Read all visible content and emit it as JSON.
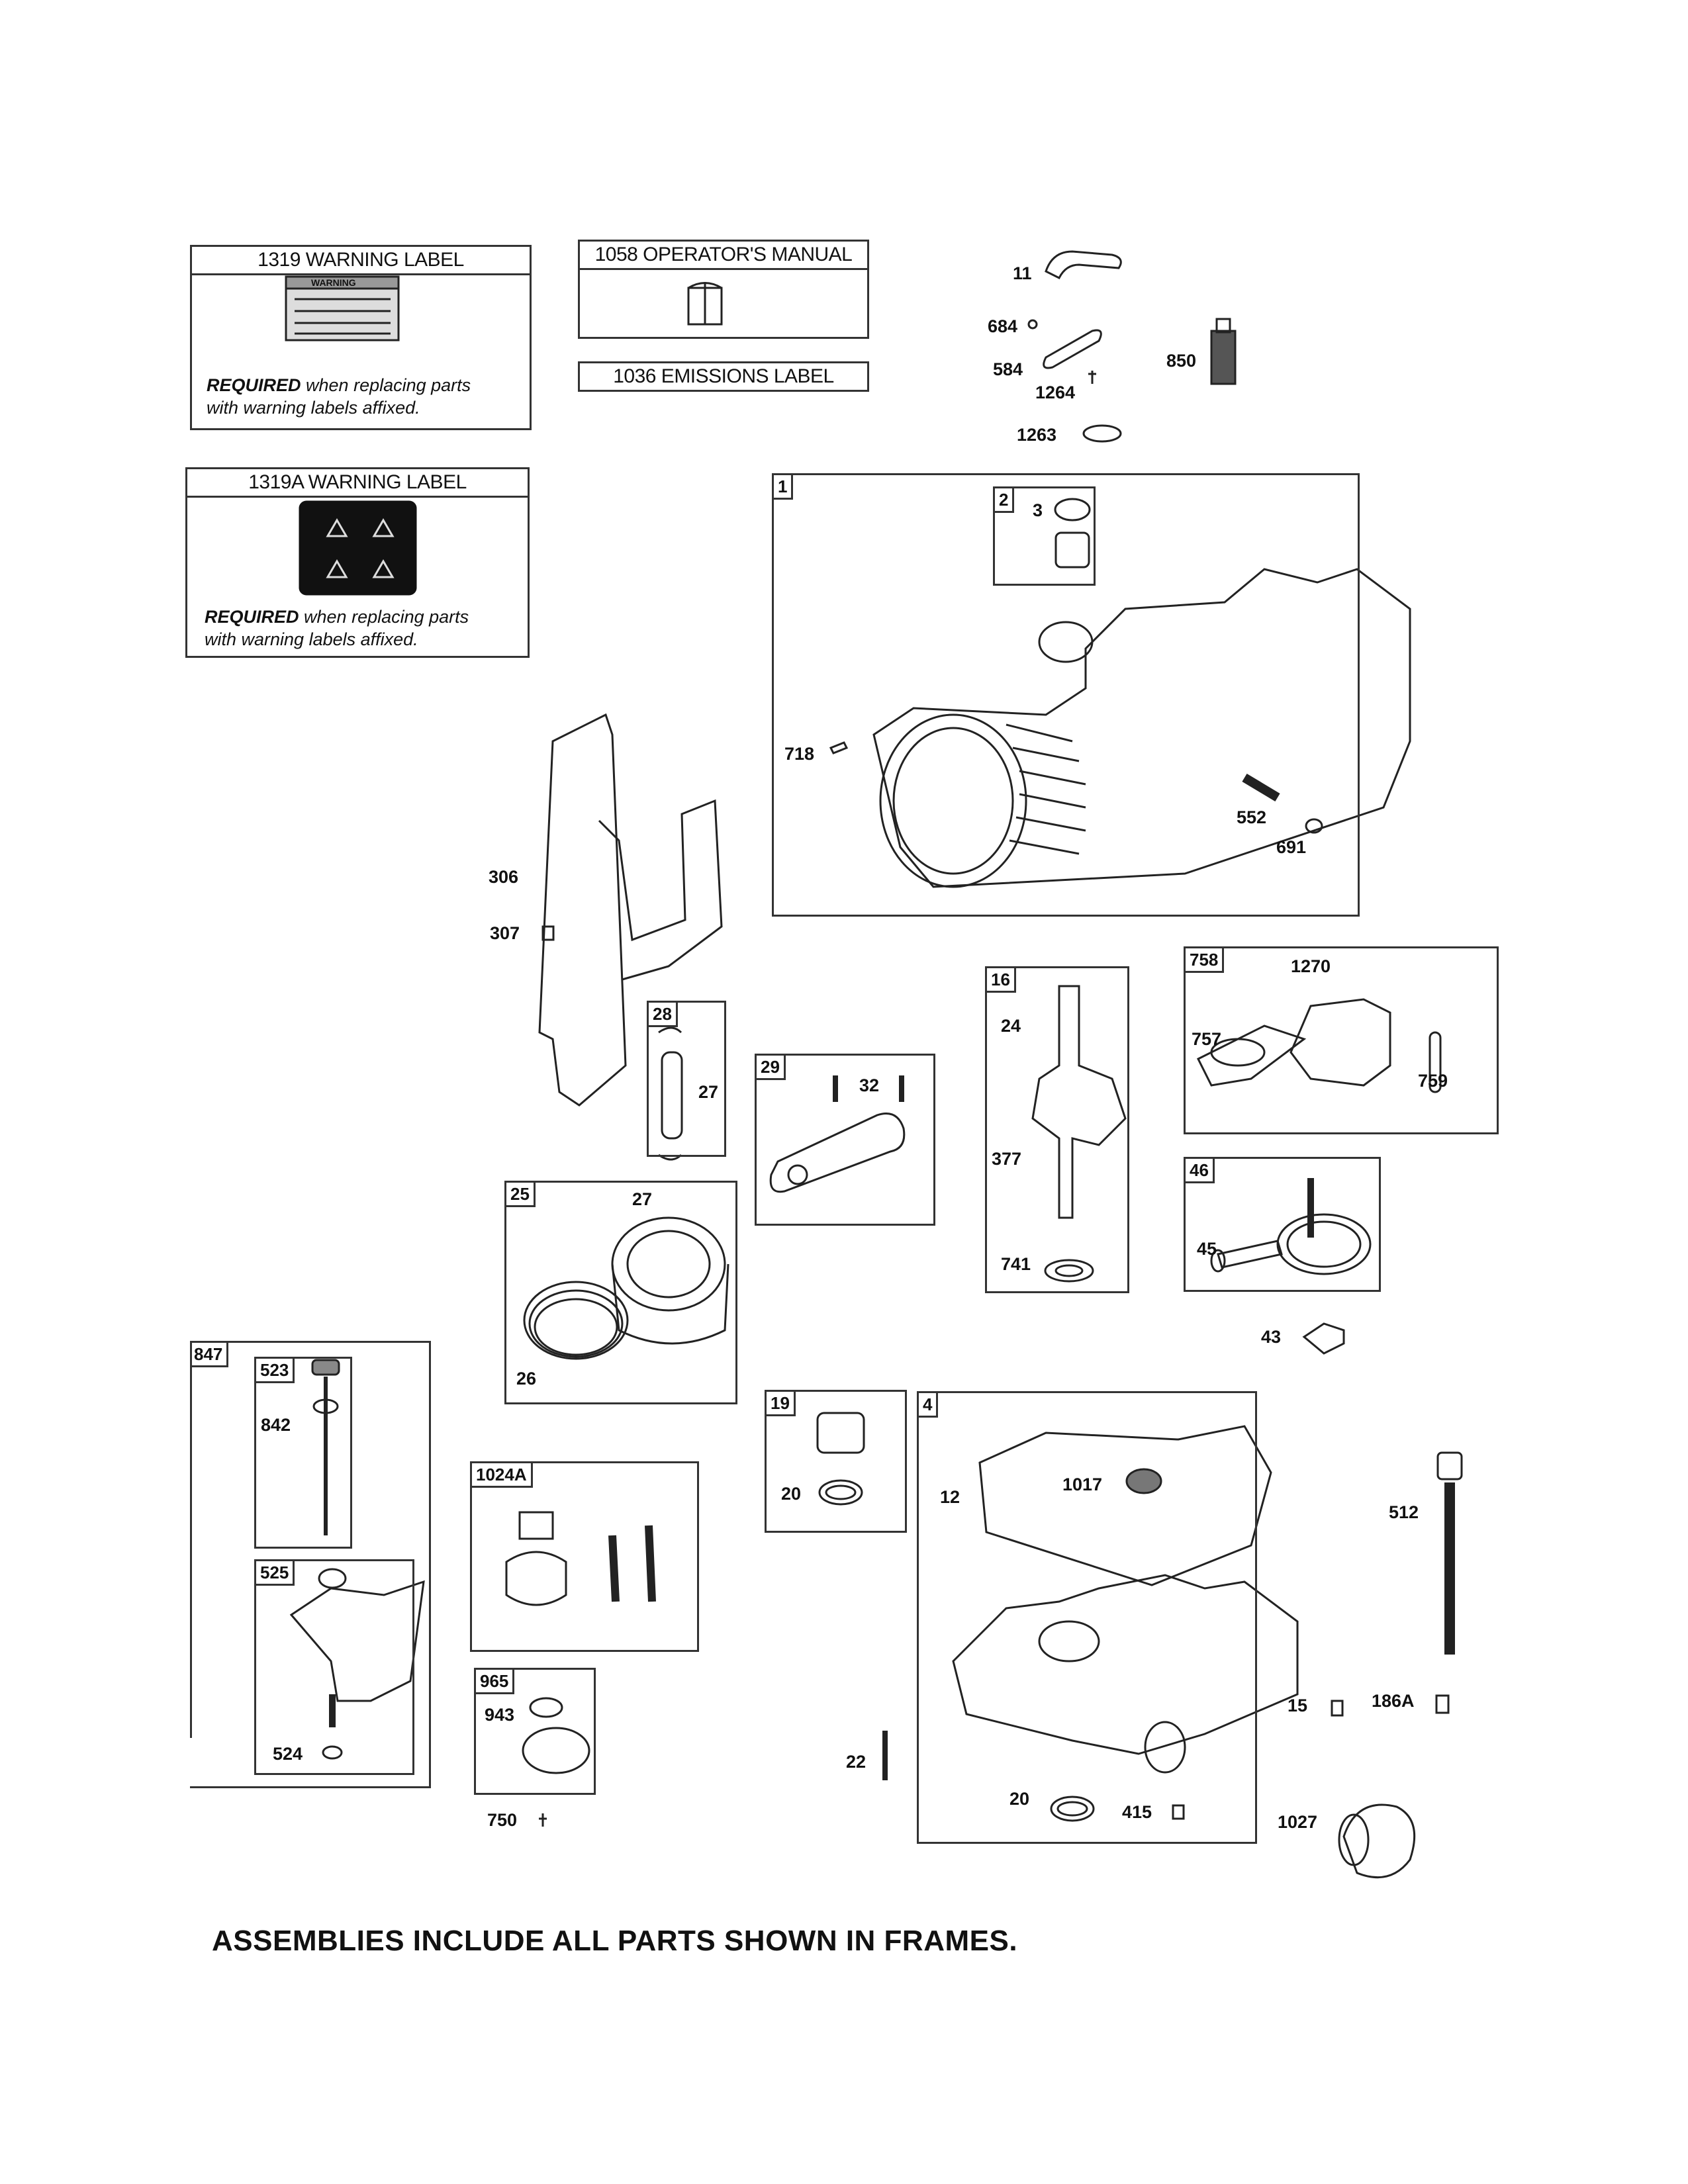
{
  "labels": {
    "warning_1319": {
      "title": "1319 WARNING LABEL",
      "note_bold": "REQUIRED",
      "note_rest": "when replacing parts",
      "note_line2": "with warning labels affixed."
    },
    "warning_1319a": {
      "title": "1319A WARNING LABEL",
      "note_bold": "REQUIRED",
      "note_rest": "when replacing parts",
      "note_line2": "with warning labels affixed."
    },
    "manual_1058": {
      "title": "1058 OPERATOR'S MANUAL"
    },
    "emissions_1036": {
      "title": "1036 EMISSIONS LABEL"
    },
    "sticker_text": "WARNING"
  },
  "frames": {
    "f1": "1",
    "f2": "2",
    "f16": "16",
    "f28": "28",
    "f29": "29",
    "f25": "25",
    "f758": "758",
    "f46": "46",
    "f847": "847",
    "f523": "523",
    "f525": "525",
    "f1024a": "1024A",
    "f965": "965",
    "f19": "19",
    "f4": "4"
  },
  "parts": {
    "p11": "11",
    "p684": "684",
    "p584": "584",
    "p850": "850",
    "p1264": "1264",
    "p1263": "1263",
    "p3": "3",
    "p718": "718",
    "p552": "552",
    "p691": "691",
    "p306": "306",
    "p307": "307",
    "p27a": "27",
    "p32": "32",
    "p24": "24",
    "p377": "377",
    "p741": "741",
    "p1270": "1270",
    "p757": "757",
    "p759": "759",
    "p45": "45",
    "p43": "43",
    "p27b": "27",
    "p26": "26",
    "p842": "842",
    "p524": "524",
    "p943": "943",
    "p750": "750",
    "p20a": "20",
    "p12": "12",
    "p1017": "1017",
    "p22": "22",
    "p20b": "20",
    "p415": "415",
    "p512": "512",
    "p15": "15",
    "p186a": "186A",
    "p1027": "1027"
  },
  "footer": "ASSEMBLIES INCLUDE ALL PARTS SHOWN IN FRAMES."
}
